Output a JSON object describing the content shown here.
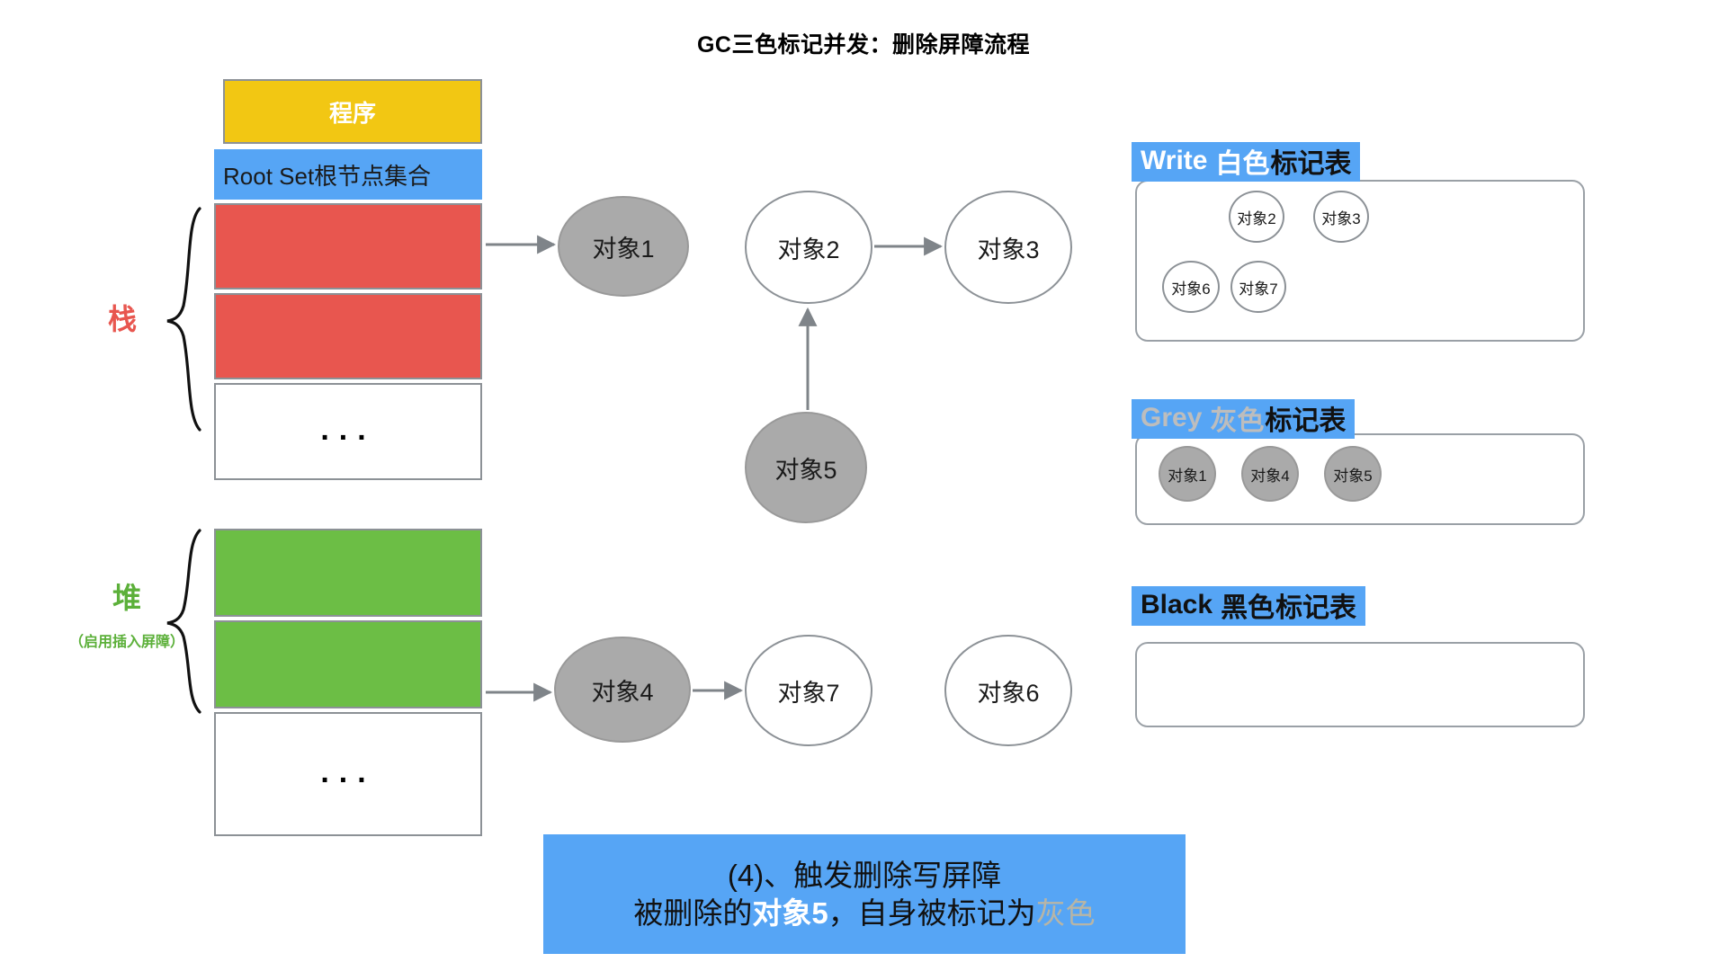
{
  "title": "GC三色标记并发：删除屏障流程",
  "memory": {
    "program_label": "程序",
    "root_set_label": "Root Set根节点集合",
    "stack_label": "栈",
    "heap_label": "堆",
    "heap_sublabel": "（启用插入屏障）",
    "ellipsis": "...",
    "colors": {
      "program": "#f2c713",
      "root_set": "#56a5f5",
      "stack_slot": "#e8564f",
      "heap_slot": "#6cbe45",
      "border": "#8c9196"
    },
    "slots": [
      {
        "name": "stack-slot-1",
        "fill": "stack"
      },
      {
        "name": "stack-slot-2",
        "fill": "stack"
      },
      {
        "name": "stack-ellipsis",
        "fill": "empty"
      },
      {
        "name": "heap-slot-1",
        "fill": "heap"
      },
      {
        "name": "heap-slot-2",
        "fill": "heap"
      },
      {
        "name": "heap-ellipsis",
        "fill": "empty"
      }
    ]
  },
  "graph": {
    "nodes": [
      {
        "id": "obj1",
        "label": "对象1",
        "color": "grey"
      },
      {
        "id": "obj2",
        "label": "对象2",
        "color": "white"
      },
      {
        "id": "obj3",
        "label": "对象3",
        "color": "white"
      },
      {
        "id": "obj5",
        "label": "对象5",
        "color": "grey"
      },
      {
        "id": "obj4",
        "label": "对象4",
        "color": "grey"
      },
      {
        "id": "obj7",
        "label": "对象7",
        "color": "white"
      },
      {
        "id": "obj6",
        "label": "对象6",
        "color": "white"
      }
    ],
    "edges": [
      {
        "from": "stack-slot-1",
        "to": "obj1"
      },
      {
        "from": "obj2",
        "to": "obj3"
      },
      {
        "from": "obj5",
        "to": "obj2"
      },
      {
        "from": "heap-slot-2",
        "to": "obj4"
      },
      {
        "from": "obj4",
        "to": "obj7"
      }
    ]
  },
  "mark_tables": [
    {
      "key": "white",
      "en": "Write",
      "cn_color": "白色",
      "tail": "标记表",
      "items": [
        "对象2",
        "对象3",
        "对象6",
        "对象7"
      ],
      "item_style": "white"
    },
    {
      "key": "grey",
      "en": "Grey",
      "cn_color": "灰色",
      "tail": "标记表",
      "items": [
        "对象1",
        "对象4",
        "对象5"
      ],
      "item_style": "grey"
    },
    {
      "key": "black",
      "en": "Black",
      "cn_color": "黑色",
      "tail": "标记表",
      "items": [],
      "item_style": "white"
    }
  ],
  "caption": {
    "line1": "(4)、触发删除写屏障",
    "line2_pre": "被删除的",
    "line2_bold": "对象5",
    "line2_mid": "，自身被标记为",
    "line2_grey": "灰色",
    "background": "#56a5f5"
  }
}
